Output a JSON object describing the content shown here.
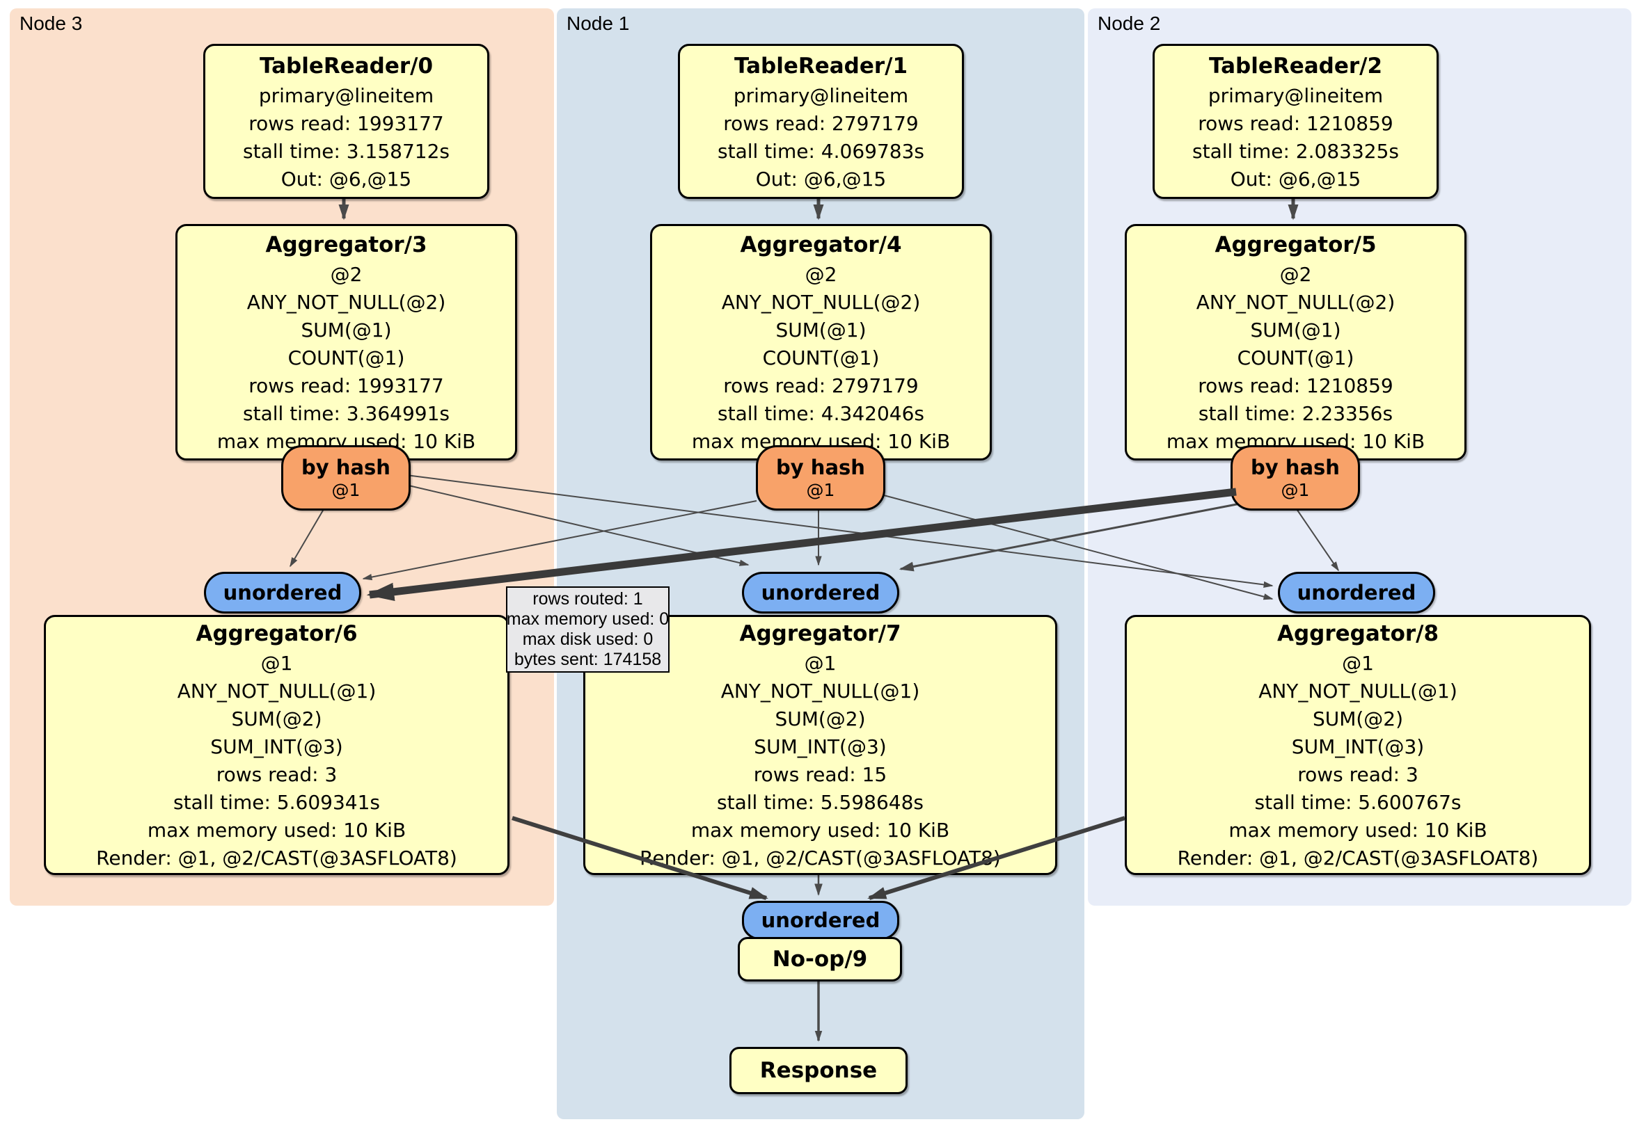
{
  "regions": {
    "node3": {
      "label": "Node 3"
    },
    "node1": {
      "label": "Node 1"
    },
    "node2": {
      "label": "Node 2"
    }
  },
  "routers": {
    "by_hash": "by hash",
    "by_hash_col": "@1",
    "unordered": "unordered"
  },
  "processors": {
    "tr0": {
      "title": "TableReader/0",
      "lines": [
        "primary@lineitem",
        "rows read: 1993177",
        "stall time: 3.158712s",
        "Out: @6,@15"
      ]
    },
    "tr1": {
      "title": "TableReader/1",
      "lines": [
        "primary@lineitem",
        "rows read: 2797179",
        "stall time: 4.069783s",
        "Out: @6,@15"
      ]
    },
    "tr2": {
      "title": "TableReader/2",
      "lines": [
        "primary@lineitem",
        "rows read: 1210859",
        "stall time: 2.083325s",
        "Out: @6,@15"
      ]
    },
    "agg3": {
      "title": "Aggregator/3",
      "lines": [
        "@2",
        "ANY_NOT_NULL(@2)",
        "SUM(@1)",
        "COUNT(@1)",
        "rows read: 1993177",
        "stall time: 3.364991s",
        "max memory used: 10 KiB"
      ]
    },
    "agg4": {
      "title": "Aggregator/4",
      "lines": [
        "@2",
        "ANY_NOT_NULL(@2)",
        "SUM(@1)",
        "COUNT(@1)",
        "rows read: 2797179",
        "stall time: 4.342046s",
        "max memory used: 10 KiB"
      ]
    },
    "agg5": {
      "title": "Aggregator/5",
      "lines": [
        "@2",
        "ANY_NOT_NULL(@2)",
        "SUM(@1)",
        "COUNT(@1)",
        "rows read: 1210859",
        "stall time: 2.23356s",
        "max memory used: 10 KiB"
      ]
    },
    "agg6": {
      "title": "Aggregator/6",
      "lines": [
        "@1",
        "ANY_NOT_NULL(@1)",
        "SUM(@2)",
        "SUM_INT(@3)",
        "rows read: 3",
        "stall time: 5.609341s",
        "max memory used: 10 KiB",
        "Render: @1, @2/CAST(@3ASFLOAT8)"
      ]
    },
    "agg7": {
      "title": "Aggregator/7",
      "lines": [
        "@1",
        "ANY_NOT_NULL(@1)",
        "SUM(@2)",
        "SUM_INT(@3)",
        "rows read: 15",
        "stall time: 5.598648s",
        "max memory used: 10 KiB",
        "Render: @1, @2/CAST(@3ASFLOAT8)"
      ]
    },
    "agg8": {
      "title": "Aggregator/8",
      "lines": [
        "@1",
        "ANY_NOT_NULL(@1)",
        "SUM(@2)",
        "SUM_INT(@3)",
        "rows read: 3",
        "stall time: 5.600767s",
        "max memory used: 10 KiB",
        "Render: @1, @2/CAST(@3ASFLOAT8)"
      ]
    },
    "noop": {
      "title": "No-op/9"
    },
    "response": {
      "title": "Response"
    }
  },
  "tooltip": {
    "lines": [
      "rows routed: 1",
      "max memory used: 0",
      "max disk used: 0",
      "bytes sent: 174158"
    ]
  },
  "colors": {
    "node3_bg": "#fbe0cc",
    "node1_bg": "#d4e1ec",
    "node2_bg": "#e8edf8",
    "processor_bg": "#ffffc4",
    "router_hash_bg": "#f8a269",
    "router_unordered_bg": "#7caff2",
    "edge": "#4a4a4a"
  }
}
